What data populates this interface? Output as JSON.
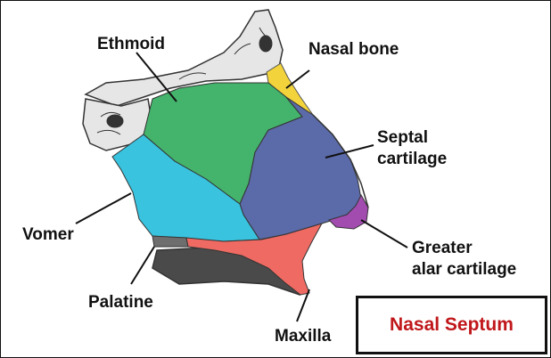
{
  "title": "Nasal Septum",
  "colors": {
    "ethmoid": "#44b36c",
    "nasal_bone": "#f2d33b",
    "septal_cartilage": "#5b6aa8",
    "greater_alar_cartilage": "#a34cb0",
    "vomer": "#39c3df",
    "palatine": "#6e6e6e",
    "maxilla": "#ee6a62",
    "title_text": "#c0171b"
  },
  "labels": {
    "ethmoid": "Ethmoid",
    "nasal_bone": "Nasal bone",
    "septal_cartilage_line1": "Septal",
    "septal_cartilage_line2": "cartilage",
    "vomer": "Vomer",
    "greater_alar_line1": "Greater",
    "greater_alar_line2": "alar cartilage",
    "palatine": "Palatine",
    "maxilla": "Maxilla"
  }
}
